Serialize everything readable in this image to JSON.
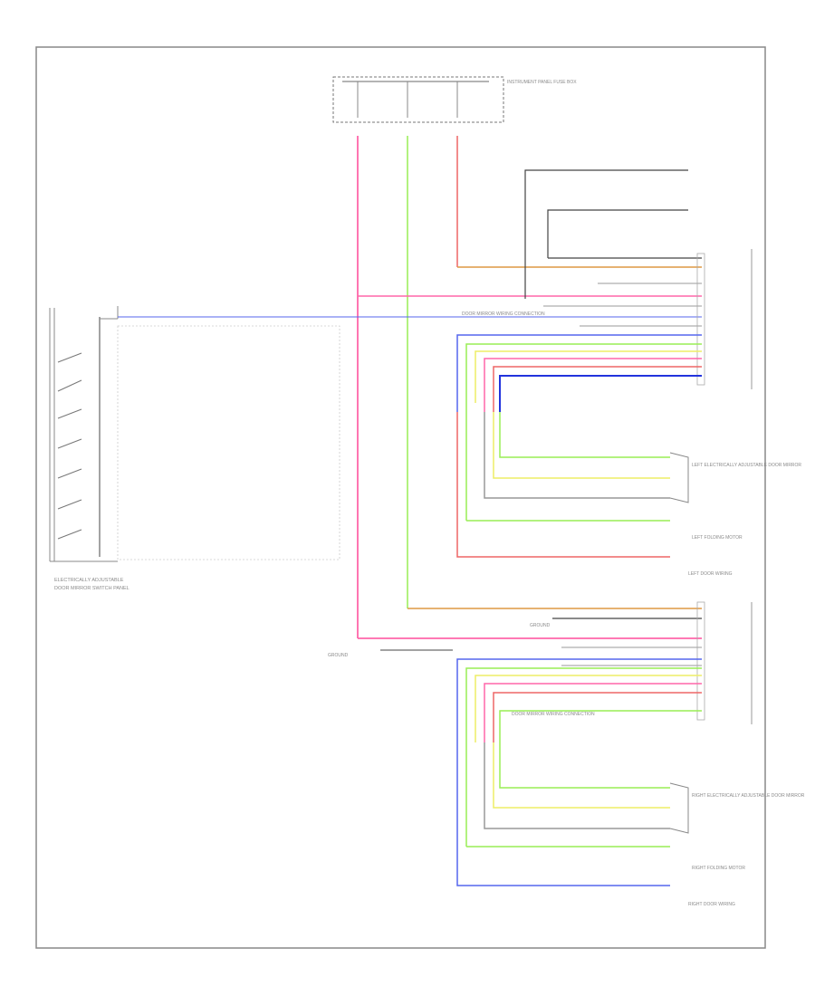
{
  "diagram": {
    "footer_code": "",
    "labels": {
      "switch_title": "ELECTRICALLY ADJUSTABLE",
      "switch_subtitle": "DOOR MIRROR SWITCH PANEL",
      "left_door_area": "LEFT DOOR WIRING",
      "right_door_area": "RIGHT DOOR WIRING",
      "left_mirror": "LEFT ELECTRICALLY ADJUSTABLE DOOR MIRROR",
      "right_mirror": "RIGHT ELECTRICALLY ADJUSTABLE DOOR MIRROR",
      "left_fold_motor": "LEFT FOLDING MOTOR",
      "right_fold_motor": "RIGHT FOLDING MOTOR",
      "fuse_box": "INSTRUMENT PANEL FUSE BOX",
      "connection_note": "DOOR MIRROR WIRING CONNECTION",
      "ground_left": "GROUND",
      "ground_right": "GROUND"
    }
  },
  "colors": {
    "pink": "#ff66aa",
    "green": "#99ee55",
    "orange": "#dd9944",
    "blue": "#5566ee",
    "yellow": "#eeee66",
    "red": "#ee6666",
    "grey": "#999999",
    "dark": "#444444",
    "frame": "#888888"
  }
}
